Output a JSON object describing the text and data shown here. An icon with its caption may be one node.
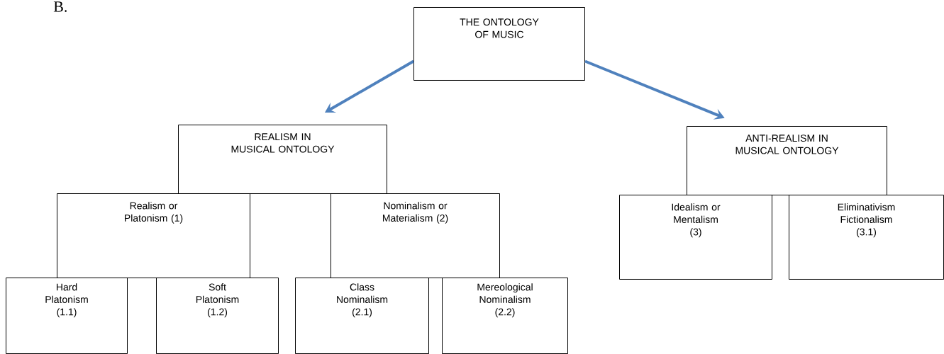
{
  "diagram": {
    "nodes": [
      {
        "text": [
          "THE ONTOLOGY OF MUSIC"
        ]
      },
      {
        "text": [
          "REALISM IN MUSICAL ONTOLOGY"
        ]
      },
      {
        "text": [
          "Realism or Platonism (1)"
        ]
      },
      {
        "text": [
          "Nominalism or Materialism (2)"
        ]
      },
      {
        "text": [
          "Hard Platonism (1.1)"
        ]
      },
      {
        "text": [
          "Soft Platonism (1.2)"
        ]
      },
      {
        "text": [
          "Class Nominalism (2.1)"
        ]
      },
      {
        "text": [
          "Mereological Nominalism (2.2)"
        ]
      },
      {
        "text": [
          "ANTI-REALISM IN MUSICAL ONTOLOGY"
        ]
      },
      {
        "text": [
          "Idealism or Mentalism (3)"
        ]
      },
      {
        "text": [
          "Eliminativism Fictionalism (3.1)"
        ]
      }
    ],
    "edges": [
      {
        "from": 0,
        "to": 1,
        "arrow": "to"
      },
      {
        "from": 0,
        "to": 8,
        "arrow": "to"
      }
    ],
    "labels": [
      "B."
    ]
  }
}
